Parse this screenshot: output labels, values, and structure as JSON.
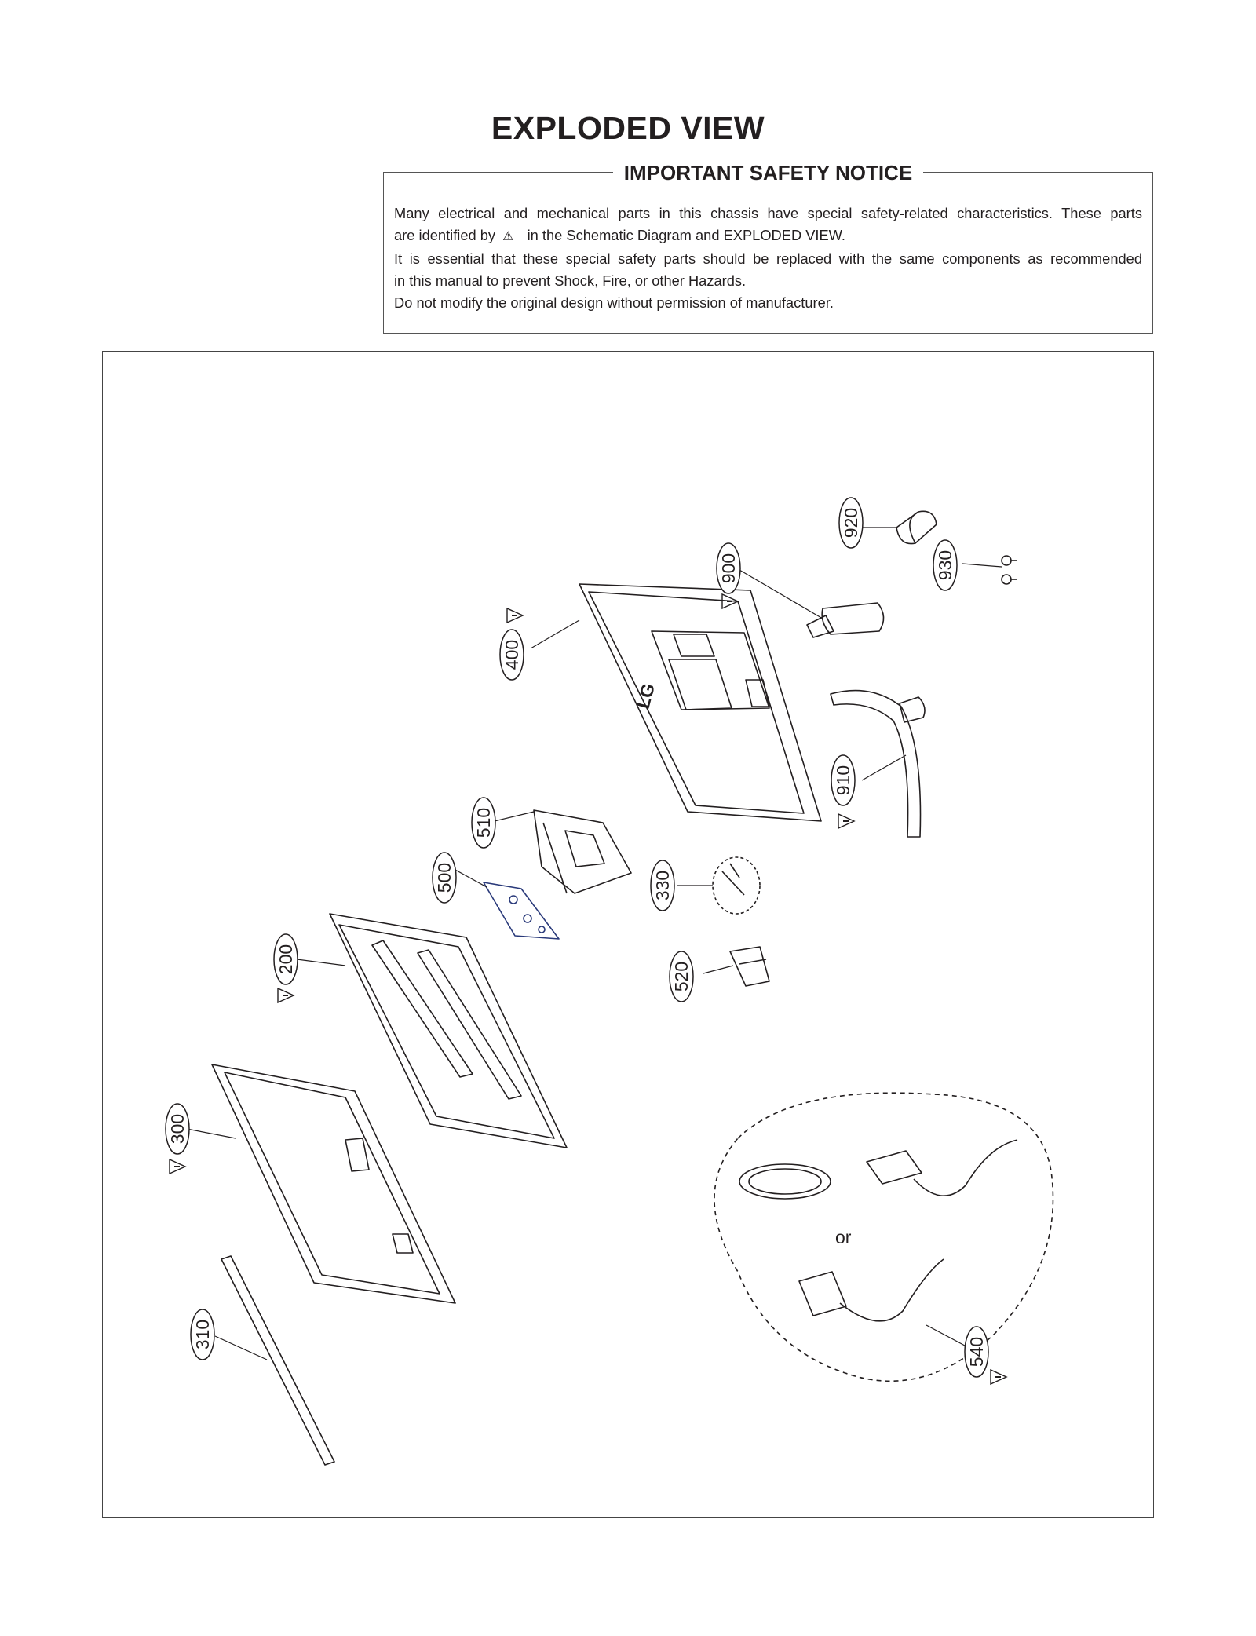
{
  "title": "EXPLODED VIEW",
  "notice": {
    "heading": "IMPORTANT SAFETY NOTICE",
    "line1": "Many electrical and mechanical parts in this chassis have special safety-related characteristics. These parts",
    "line2_before": "are identified by",
    "line2_symbol": "⚠",
    "line2_after": "in the Schematic Diagram and EXPLODED VIEW.",
    "line3": "It is essential that these special safety parts should be replaced with the same components as recommended",
    "line4": "in this manual to prevent Shock, Fire, or other Hazards.",
    "line5": "Do not modify the original design without permission of manufacturer."
  },
  "diagram": {
    "brand_logo": "LG",
    "or_text": "or",
    "parts": [
      {
        "id": "920",
        "safety": false
      },
      {
        "id": "930",
        "safety": false
      },
      {
        "id": "900",
        "safety": true
      },
      {
        "id": "400",
        "safety": true
      },
      {
        "id": "910",
        "safety": true
      },
      {
        "id": "510",
        "safety": false
      },
      {
        "id": "500",
        "safety": false
      },
      {
        "id": "330",
        "safety": false
      },
      {
        "id": "520",
        "safety": false
      },
      {
        "id": "200",
        "safety": true
      },
      {
        "id": "300",
        "safety": true
      },
      {
        "id": "310",
        "safety": false
      },
      {
        "id": "540",
        "safety": true
      }
    ]
  }
}
